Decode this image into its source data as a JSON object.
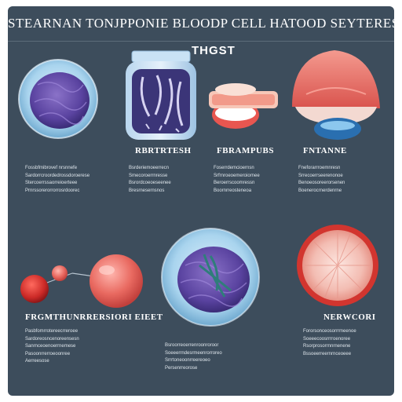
{
  "header": {
    "title": "STEARNAN TONJPPONIE BLOODP CELL HATOOD SEYTERES",
    "subtitle": "THGST"
  },
  "items": [
    {
      "label": "",
      "desc": [
        "Fossbfmibrovef nrsnnefe",
        "Sardorrcroordedrossdoroerese",
        "Stercoerrssaorreioerteee",
        "Prnrssorerorrorrosrdoorec"
      ]
    },
    {
      "label": "RBRTRTESH",
      "desc": [
        "Bsrderiemoeerrecn",
        "Smecoroerrnresse",
        "Bsrordcoeoeseenee",
        "Bresrnesernsnos"
      ]
    },
    {
      "label": "FBRAMPUBS",
      "desc": [
        "Foserrdemcioernsn",
        "Srfrnroeoemeroiornee",
        "Beroerrscoomressn",
        "Boornrreosteneoa"
      ]
    },
    {
      "label": "FNTANNE",
      "desc": [
        "Fneforarrroemnresn",
        "Srrecoerrseerenonoe",
        "Benoeosoreerorsenen",
        "Boenerocrnerdenrne"
      ]
    },
    {
      "label": "FRGMTHUNRRERSIORI EIEET",
      "desc": [
        "Pasbfomrrotereecrreroee",
        "Sardoreosncenoreensesn",
        "Sanrnceoenoerrnemese",
        "Pasoonrrerroeoonree",
        "Aerreesose"
      ]
    },
    {
      "label": "",
      "desc": [
        "Bsroorreoerrenroonroroor",
        "Soeeerrndesrmeenrorroreo",
        "Srrrtoneoonrreereoeo",
        "Persenrreorose"
      ]
    },
    {
      "label": "NERWCORI",
      "desc": [
        "Fororsonceosorrrmeenoe",
        "Soeeecoosrrrroenoree",
        "Rsorprosorrnnrnenene",
        "Bssoeerreernrnceoeee"
      ]
    }
  ]
}
